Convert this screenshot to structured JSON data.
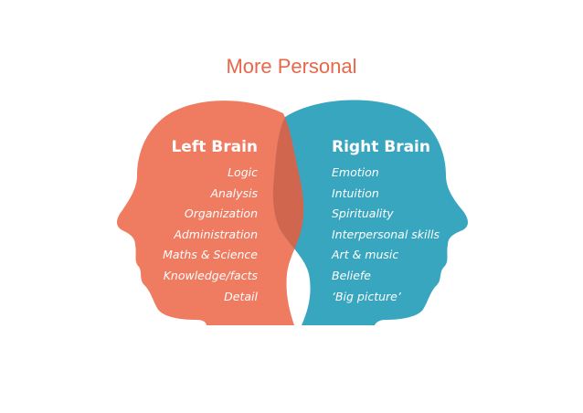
{
  "title": "More Personal",
  "colors": {
    "title": "#e8674a",
    "left_head": "#ef7b61",
    "right_head": "#39a6bf",
    "overlap": "#d1664f",
    "text": "#ffffff"
  },
  "left_brain": {
    "heading": "Left Brain",
    "traits": [
      "Logic",
      "Analysis",
      "Organization",
      "Administration",
      "Maths & Science",
      "Knowledge/facts",
      "Detail"
    ]
  },
  "right_brain": {
    "heading": "Right Brain",
    "traits": [
      "Emotion",
      "Intuition",
      "Spirituality",
      "Interpersonal skills",
      "Art & music",
      "Beliefe",
      "‘Big picture’"
    ]
  }
}
